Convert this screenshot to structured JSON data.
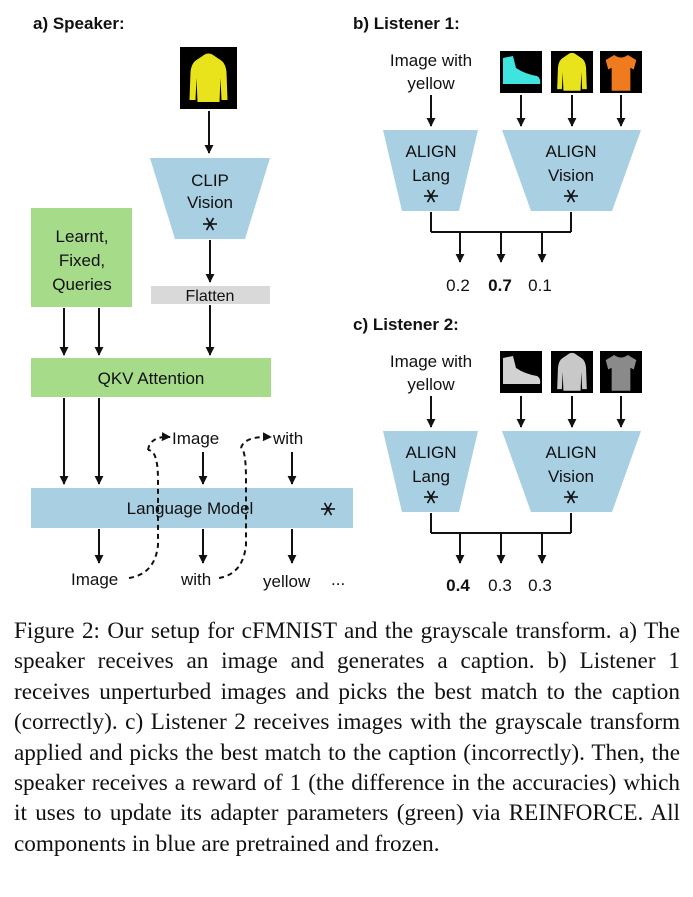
{
  "colors": {
    "frozen": "#a9cfe2",
    "trainable": "#a6db8a",
    "flatten": "#d9d9d9",
    "text": "#111111"
  },
  "icons": {
    "speaker_image": "yellow-jacket-thumbnail",
    "listener1_images": [
      "cyan-shoe-thumbnail",
      "yellow-jacket-thumbnail",
      "orange-shirt-thumbnail"
    ],
    "listener2_images": [
      "gray-shoe-thumbnail",
      "gray-jacket-thumbnail",
      "gray-shirt-thumbnail"
    ],
    "frozen": "snowflake-icon"
  },
  "speaker": {
    "title": "a) Speaker:",
    "clip": {
      "line1": "CLIP",
      "line2": "Vision"
    },
    "flatten": "Flatten",
    "queries": {
      "line1": "Learnt,",
      "line2": "Fixed,",
      "line3": "Queries"
    },
    "qkv": "QKV Attention",
    "lm": "Language Model",
    "input_tokens": [
      "Image",
      "with"
    ],
    "output_tokens": [
      "Image",
      "with",
      "yellow"
    ],
    "ellipsis": "..."
  },
  "listener1": {
    "title": "b) Listener 1:",
    "text_input": {
      "line1": "Image with",
      "line2": "yellow"
    },
    "align_lang": {
      "line1": "ALIGN",
      "line2": "Lang"
    },
    "align_vision": {
      "line1": "ALIGN",
      "line2": "Vision"
    },
    "scores": [
      "0.2",
      "0.7",
      "0.1"
    ]
  },
  "listener2": {
    "title": "c) Listener 2:",
    "text_input": {
      "line1": "Image with",
      "line2": "yellow"
    },
    "align_lang": {
      "line1": "ALIGN",
      "line2": "Lang"
    },
    "align_vision": {
      "line1": "ALIGN",
      "line2": "Vision"
    },
    "scores": [
      "0.4",
      "0.3",
      "0.3"
    ]
  },
  "caption": "Figure 2: Our setup for cFMNIST and the grayscale transform. a) The speaker receives an image and generates a caption. b) Listener 1 receives unperturbed images and picks the best match to the caption (correctly). c) Listener 2 receives images with the grayscale transform applied and picks the best match to the caption (incorrectly). Then, the speaker receives a reward of 1 (the difference in the accuracies) which it uses to update its adapter parameters (green) via REINFORCE. All components in blue are pretrained and frozen."
}
